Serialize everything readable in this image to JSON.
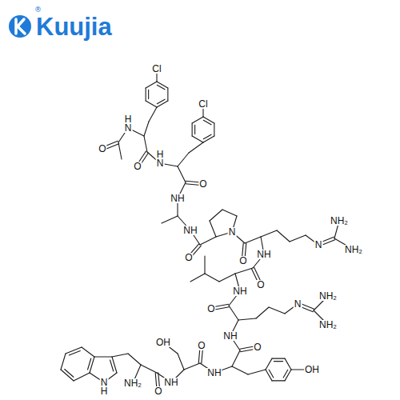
{
  "diagram": {
    "labels": [
      "®",
      "Kuujia",
      "Cl",
      "Cl",
      "H",
      "N",
      "O",
      "O",
      "H",
      "N",
      "O",
      "NH",
      "NH",
      "N",
      "O",
      "O",
      "N",
      "NH₂",
      "NH₂",
      "NH",
      "O",
      "NH",
      "O",
      "N",
      "NH₂",
      "NH₂",
      "NH",
      "O",
      "OH",
      "NH",
      "O",
      "OH",
      "NH",
      "O",
      "NH₂",
      "N",
      "H"
    ]
  }
}
